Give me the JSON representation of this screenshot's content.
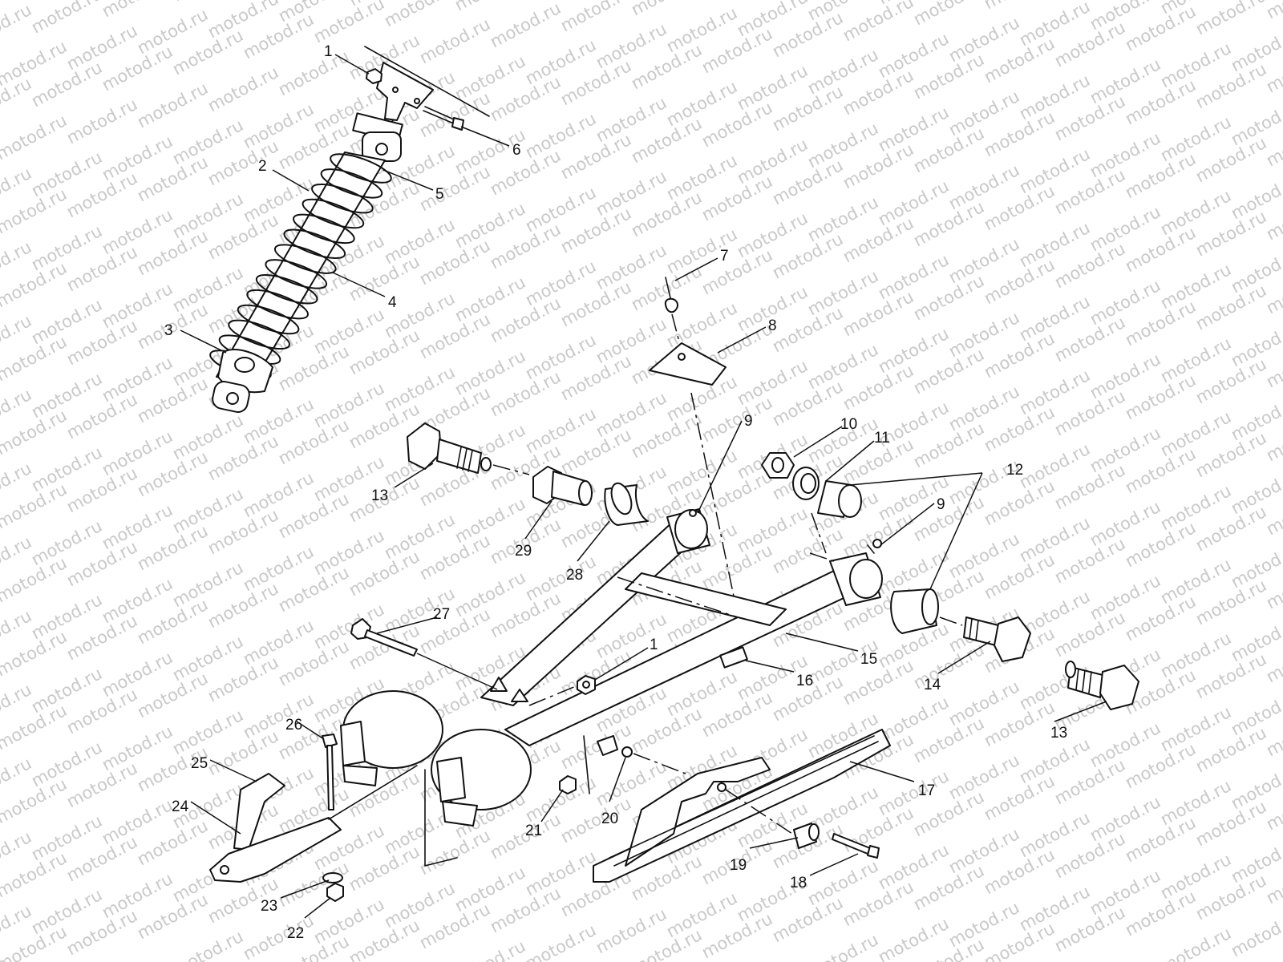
{
  "watermark": "motod.ru",
  "callouts": [
    {
      "id": "c1a",
      "text": "1"
    },
    {
      "id": "c2",
      "text": "2"
    },
    {
      "id": "c3",
      "text": "3"
    },
    {
      "id": "c4",
      "text": "4"
    },
    {
      "id": "c5",
      "text": "5"
    },
    {
      "id": "c6",
      "text": "6"
    },
    {
      "id": "c7",
      "text": "7"
    },
    {
      "id": "c8",
      "text": "8"
    },
    {
      "id": "c9a",
      "text": "9"
    },
    {
      "id": "c10",
      "text": "10"
    },
    {
      "id": "c11",
      "text": "11"
    },
    {
      "id": "c12",
      "text": "12"
    },
    {
      "id": "c9b",
      "text": "9"
    },
    {
      "id": "c13a",
      "text": "13"
    },
    {
      "id": "c29",
      "text": "29"
    },
    {
      "id": "c28",
      "text": "28"
    },
    {
      "id": "c27",
      "text": "27"
    },
    {
      "id": "c1b",
      "text": "1"
    },
    {
      "id": "c15",
      "text": "15"
    },
    {
      "id": "c16",
      "text": "16"
    },
    {
      "id": "c14",
      "text": "14"
    },
    {
      "id": "c13b",
      "text": "13"
    },
    {
      "id": "c26",
      "text": "26"
    },
    {
      "id": "c25",
      "text": "25"
    },
    {
      "id": "c24",
      "text": "24"
    },
    {
      "id": "c21",
      "text": "21"
    },
    {
      "id": "c20",
      "text": "20"
    },
    {
      "id": "c17",
      "text": "17"
    },
    {
      "id": "c19",
      "text": "19"
    },
    {
      "id": "c18",
      "text": "18"
    },
    {
      "id": "c23",
      "text": "23"
    },
    {
      "id": "c22",
      "text": "22"
    }
  ]
}
